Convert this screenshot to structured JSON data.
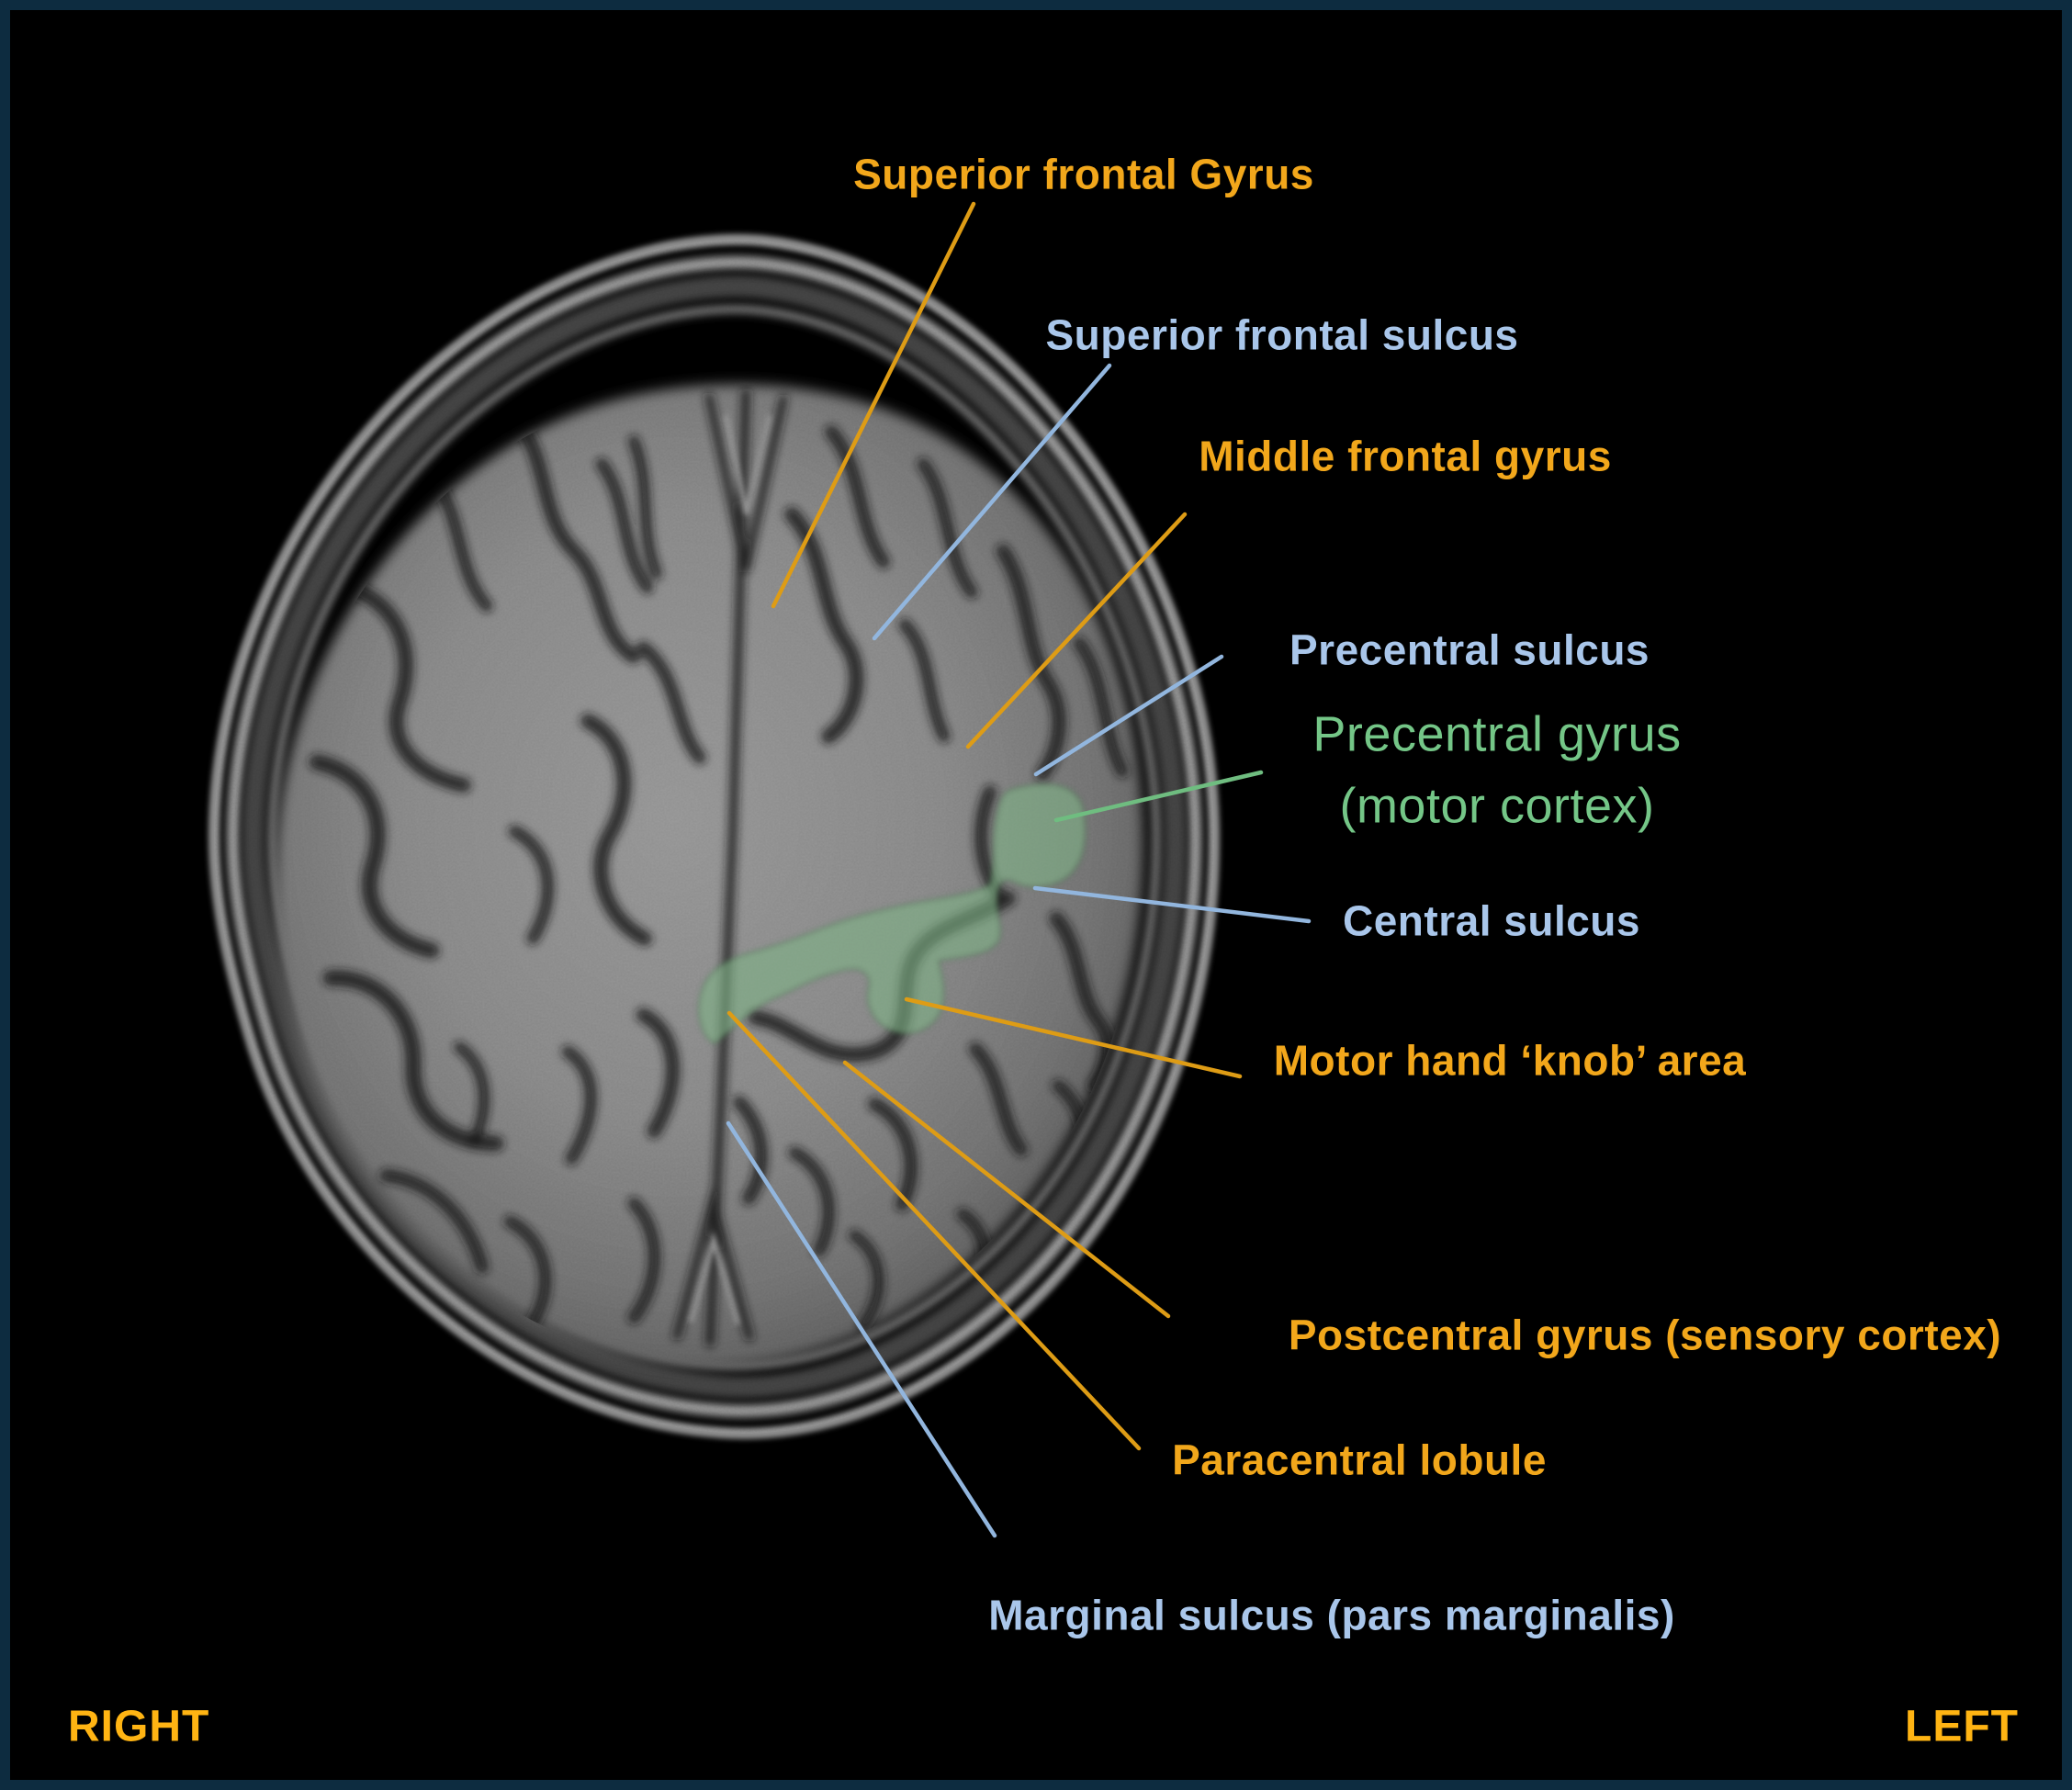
{
  "colors": {
    "background": "#000000",
    "border": "#0D2C40",
    "gyrus": "#F2A71B",
    "sulcus": "#A9C6EA",
    "highlight": "#74C687",
    "gyrus_line": "#DE9C15",
    "sulcus_line": "#92B6DE",
    "highlight_line": "#6FBD80",
    "highlight_region": "#7FB286",
    "orientation": "#FFB413"
  },
  "annotations": [
    {
      "id": "superior-frontal-gyrus",
      "text": "Superior frontal Gyrus",
      "type": "gyrus"
    },
    {
      "id": "superior-frontal-sulcus",
      "text": "Superior frontal sulcus",
      "type": "sulcus"
    },
    {
      "id": "middle-frontal-gyrus",
      "text": "Middle frontal gyrus",
      "type": "gyrus"
    },
    {
      "id": "precentral-sulcus",
      "text": "Precentral sulcus",
      "type": "sulcus"
    },
    {
      "id": "precentral-gyrus",
      "text": "Precentral gyrus",
      "text2": "(motor cortex)",
      "type": "highlight"
    },
    {
      "id": "central-sulcus",
      "text": "Central sulcus",
      "type": "sulcus"
    },
    {
      "id": "motor-hand-knob",
      "text": "Motor hand ‘knob’ area",
      "type": "gyrus"
    },
    {
      "id": "postcentral-gyrus",
      "text": "Postcentral gyrus (sensory cortex)",
      "type": "gyrus"
    },
    {
      "id": "paracentral-lobule",
      "text": "Paracentral lobule",
      "type": "gyrus"
    },
    {
      "id": "marginal-sulcus",
      "text": "Marginal sulcus (pars marginalis)",
      "type": "sulcus"
    }
  ],
  "orientation": {
    "right": "RIGHT",
    "left": "LEFT"
  }
}
